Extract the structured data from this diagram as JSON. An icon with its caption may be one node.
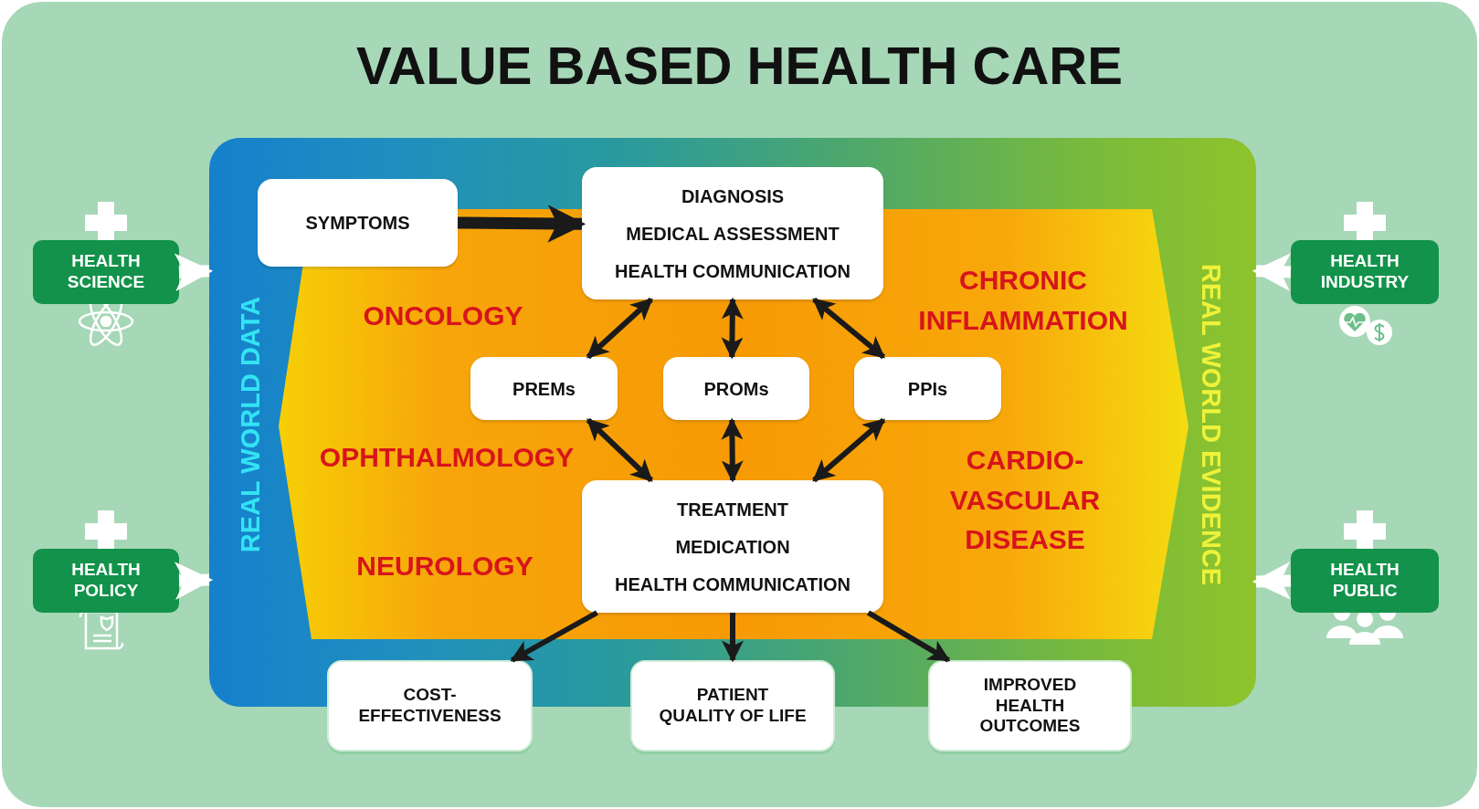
{
  "diagram": {
    "title": "VALUE BASED HEALTH CARE",
    "nodes": [
      {
        "text": [
          "HEALTH SCIENCE"
        ]
      },
      {
        "text": [
          "HEALTH POLICY"
        ]
      },
      {
        "text": [
          "HEALTH INDUSTRY"
        ]
      },
      {
        "text": [
          "HEALTH PUBLIC"
        ]
      },
      {
        "text": [
          "REAL WORLD DATA",
          "REAL WORLD EVIDENCE"
        ]
      },
      {
        "text": [
          "ONCOLOGY",
          "OPHTHALMOLOGY",
          "NEUROLOGY",
          "CHRONIC INFLAMMATION",
          "CARDIO- VASCULAR DISEASE"
        ],
        "in": 4
      },
      {
        "text": [
          "SYMPTOMS"
        ],
        "in": 4
      },
      {
        "text": [
          "DIAGNOSIS",
          "MEDICAL ASSESSMENT",
          "HEALTH COMMUNICATION"
        ],
        "in": 4
      },
      {
        "text": [
          "PREMs"
        ],
        "in": 5
      },
      {
        "text": [
          "PROMs"
        ],
        "in": 5
      },
      {
        "text": [
          "PPIs"
        ],
        "in": 5
      },
      {
        "text": [
          "TREATMENT",
          "MEDICATION",
          "HEALTH COMMUNICATION"
        ],
        "in": 5
      },
      {
        "text": [
          "COST- EFFECTIVENESS"
        ]
      },
      {
        "text": [
          "PATIENT QUALITY OF LIFE"
        ]
      },
      {
        "text": [
          "IMPROVED HEALTH OUTCOMES"
        ]
      }
    ],
    "edges": [
      {
        "from": 0,
        "to": 4,
        "arrow": "to",
        "style": "thick",
        "color": "#ffffff"
      },
      {
        "from": 1,
        "to": 4,
        "arrow": "to",
        "style": "thick",
        "color": "#ffffff"
      },
      {
        "from": 2,
        "to": 4,
        "arrow": "to",
        "style": "thick",
        "color": "#ffffff"
      },
      {
        "from": 3,
        "to": 4,
        "arrow": "to",
        "style": "thick",
        "color": "#ffffff"
      },
      {
        "from": 6,
        "to": 7,
        "arrow": "to",
        "style": "thick"
      },
      {
        "from": 7,
        "to": 8,
        "arrow": "both"
      },
      {
        "from": 7,
        "to": 9,
        "arrow": "both"
      },
      {
        "from": 7,
        "to": 10,
        "arrow": "both"
      },
      {
        "from": 8,
        "to": 11,
        "arrow": "both"
      },
      {
        "from": 9,
        "to": 11,
        "arrow": "both"
      },
      {
        "from": 10,
        "to": 11,
        "arrow": "both"
      },
      {
        "from": 11,
        "to": 12,
        "arrow": "to"
      },
      {
        "from": 11,
        "to": 13,
        "arrow": "to"
      },
      {
        "from": 11,
        "to": 14,
        "arrow": "to"
      }
    ]
  }
}
